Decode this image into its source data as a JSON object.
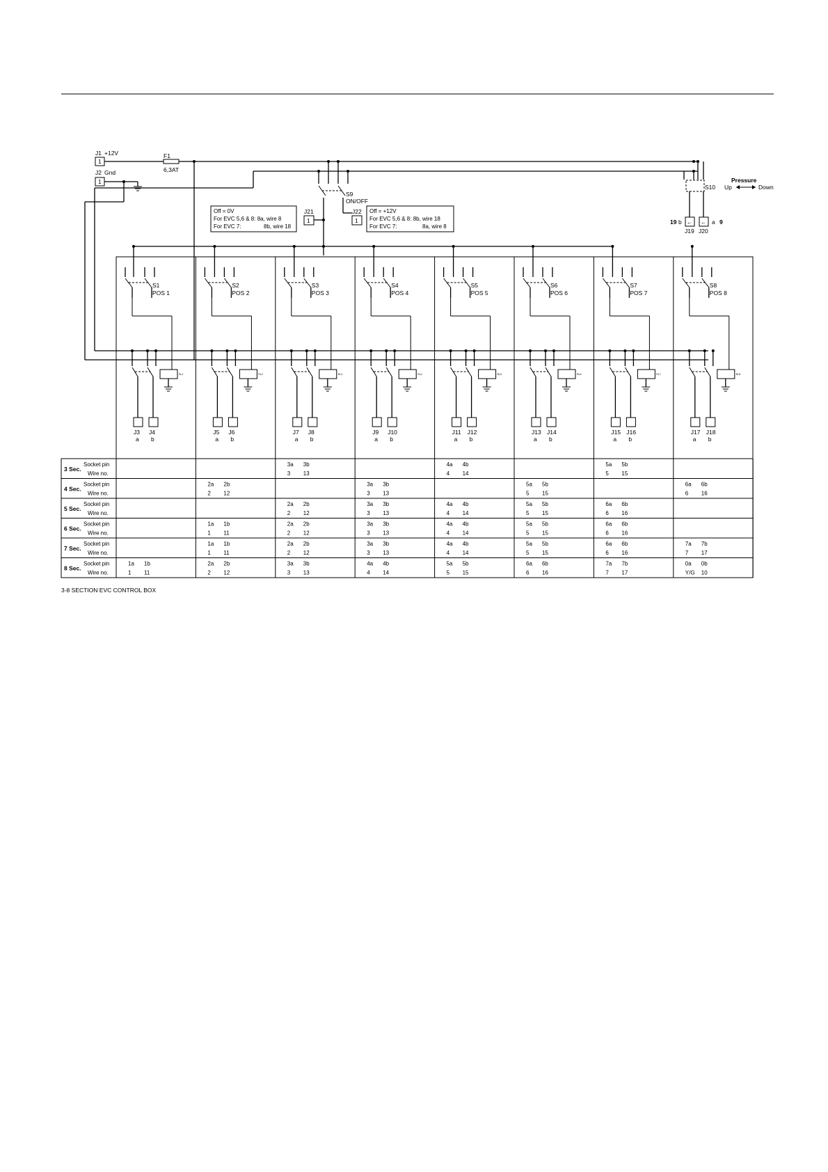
{
  "power": {
    "j1_label": "J1",
    "j1_voltage": "+12V",
    "j2_label": "J2",
    "j2_label_gnd": "Gnd",
    "connector_pin": "1",
    "fuse_label": "F1",
    "fuse_rating": "6,3AT"
  },
  "master_switch": {
    "label": "S9",
    "function": "ON/OFF"
  },
  "j21": {
    "label": "J21",
    "pin": "1"
  },
  "j22": {
    "label": "J22",
    "pin": "1"
  },
  "note_off0": {
    "line1": "Off = 0V",
    "line2": "For EVC 5,6 & 8: 8a, wire 8",
    "line3a": "For EVC 7:",
    "line3b": "8b, wire 18"
  },
  "note_off12": {
    "line1": "Off = +12V",
    "line2": "For EVC 5,6 & 8: 8b, wire 18",
    "line3a": "For EVC 7:",
    "line3b": "8a, wire 8"
  },
  "pressure": {
    "switch_label": "S10",
    "title": "Pressure",
    "up": "Up",
    "down": "Down",
    "j19_num": "19",
    "j19_letter": "b",
    "j19_label": "J19",
    "j20_letter": "a",
    "j20_num": "9",
    "j20_label": "J20",
    "arrow_glyph": "←"
  },
  "sections": [
    {
      "switch": "S1",
      "pos": "POS 1",
      "ja": "J3",
      "jb": "J4",
      "a": "a",
      "b": "b"
    },
    {
      "switch": "S2",
      "pos": "POS 2",
      "ja": "J5",
      "jb": "J6",
      "a": "a",
      "b": "b"
    },
    {
      "switch": "S3",
      "pos": "POS 3",
      "ja": "J7",
      "jb": "J8",
      "a": "a",
      "b": "b"
    },
    {
      "switch": "S4",
      "pos": "POS 4",
      "ja": "J9",
      "jb": "J10",
      "a": "a",
      "b": "b"
    },
    {
      "switch": "S5",
      "pos": "POS 5",
      "ja": "J11",
      "jb": "J12",
      "a": "a",
      "b": "b"
    },
    {
      "switch": "S6",
      "pos": "POS 6",
      "ja": "J13",
      "jb": "J14",
      "a": "a",
      "b": "b"
    },
    {
      "switch": "S7",
      "pos": "POS 7",
      "ja": "J15",
      "jb": "J16",
      "a": "a",
      "b": "b"
    },
    {
      "switch": "S8",
      "pos": "POS 8",
      "ja": "J17",
      "jb": "J18",
      "a": "a",
      "b": "b"
    }
  ],
  "relay_labels": [
    "RL1",
    "RL2",
    "RL3",
    "RL4",
    "RL5",
    "RL6",
    "RL7",
    "RL8"
  ],
  "table": {
    "row_label_socket": "Socket pin",
    "row_label_wire": "Wire no.",
    "rows": [
      {
        "label": "3 Sec.",
        "cells": [
          null,
          null,
          [
            "3a",
            "3b",
            "3",
            "13"
          ],
          null,
          [
            "4a",
            "4b",
            "4",
            "14"
          ],
          null,
          [
            "5a",
            "5b",
            "5",
            "15"
          ],
          null
        ]
      },
      {
        "label": "4 Sec.",
        "cells": [
          null,
          [
            "2a",
            "2b",
            "2",
            "12"
          ],
          null,
          [
            "3a",
            "3b",
            "3",
            "13"
          ],
          null,
          [
            "5a",
            "5b",
            "5",
            "15"
          ],
          null,
          [
            "6a",
            "6b",
            "6",
            "16"
          ]
        ]
      },
      {
        "label": "5 Sec.",
        "cells": [
          null,
          null,
          [
            "2a",
            "2b",
            "2",
            "12"
          ],
          [
            "3a",
            "3b",
            "3",
            "13"
          ],
          [
            "4a",
            "4b",
            "4",
            "14"
          ],
          [
            "5a",
            "5b",
            "5",
            "15"
          ],
          [
            "6a",
            "6b",
            "6",
            "16"
          ],
          null
        ]
      },
      {
        "label": "6 Sec.",
        "cells": [
          null,
          [
            "1a",
            "1b",
            "1",
            "11"
          ],
          [
            "2a",
            "2b",
            "2",
            "12"
          ],
          [
            "3a",
            "3b",
            "3",
            "13"
          ],
          [
            "4a",
            "4b",
            "4",
            "14"
          ],
          [
            "5a",
            "5b",
            "5",
            "15"
          ],
          [
            "6a",
            "6b",
            "6",
            "16"
          ],
          null
        ]
      },
      {
        "label": "7 Sec.",
        "cells": [
          null,
          [
            "1a",
            "1b",
            "1",
            "11"
          ],
          [
            "2a",
            "2b",
            "2",
            "12"
          ],
          [
            "3a",
            "3b",
            "3",
            "13"
          ],
          [
            "4a",
            "4b",
            "4",
            "14"
          ],
          [
            "5a",
            "5b",
            "5",
            "15"
          ],
          [
            "6a",
            "6b",
            "6",
            "16"
          ],
          [
            "7a",
            "7b",
            "7",
            "17"
          ]
        ]
      },
      {
        "label": "8 Sec.",
        "cells": [
          [
            "1a",
            "1b",
            "1",
            "11"
          ],
          [
            "2a",
            "2b",
            "2",
            "12"
          ],
          [
            "3a",
            "3b",
            "3",
            "13"
          ],
          [
            "4a",
            "4b",
            "4",
            "14"
          ],
          [
            "5a",
            "5b",
            "5",
            "15"
          ],
          [
            "6a",
            "6b",
            "6",
            "16"
          ],
          [
            "7a",
            "7b",
            "7",
            "17"
          ],
          [
            "0a",
            "0b",
            "Y/G",
            "10"
          ]
        ]
      }
    ]
  },
  "caption": "3-8 SECTION EVC CONTROL BOX"
}
